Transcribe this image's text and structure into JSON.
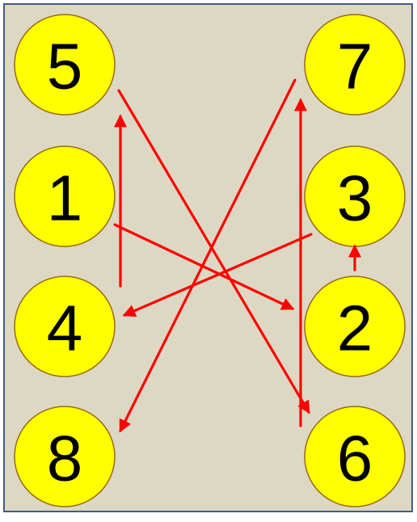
{
  "colors": {
    "background": "#ddd8c4",
    "border": "#3f5f7f",
    "node_fill": "#ffff00",
    "node_stroke": "#9c6a12",
    "arrow": "#ff0000",
    "label": "#000000"
  },
  "nodes": [
    {
      "id": "n5",
      "label": "5"
    },
    {
      "id": "n1",
      "label": "1"
    },
    {
      "id": "n4",
      "label": "4"
    },
    {
      "id": "n8",
      "label": "8"
    },
    {
      "id": "n7",
      "label": "7"
    },
    {
      "id": "n3",
      "label": "3"
    },
    {
      "id": "n2",
      "label": "2"
    },
    {
      "id": "n6",
      "label": "6"
    }
  ],
  "arrows": [
    {
      "from": "5",
      "to": "6"
    },
    {
      "from": "1",
      "to": "2"
    },
    {
      "from": "4",
      "to": "5"
    },
    {
      "from": "3",
      "to": "4"
    },
    {
      "from": "2",
      "to": "3"
    },
    {
      "from": "7",
      "to": "8"
    },
    {
      "from": "6",
      "to": "7"
    }
  ]
}
